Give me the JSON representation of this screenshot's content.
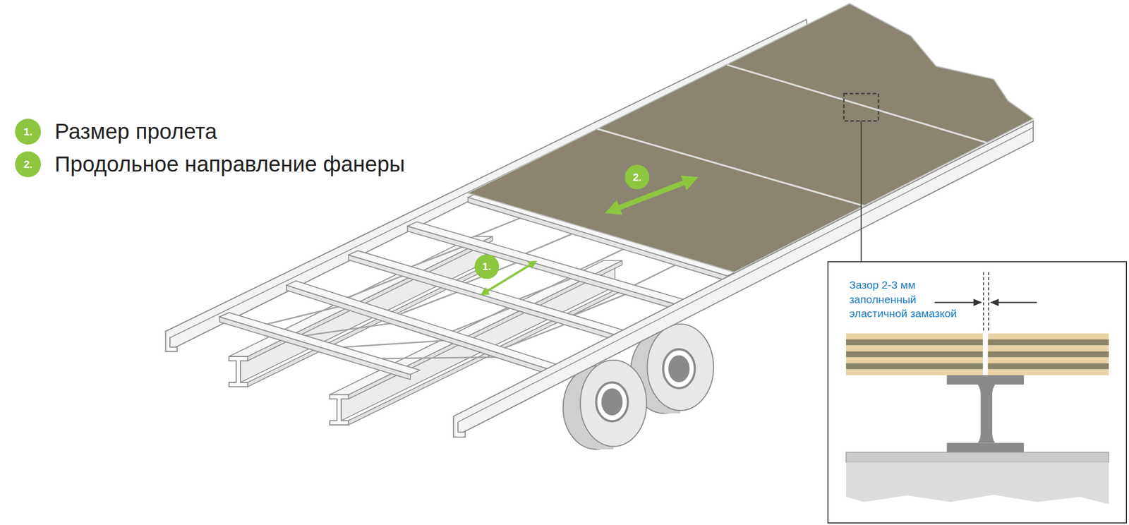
{
  "diagram": {
    "nodes": [
      {
        "text": [
          "1."
        ]
      },
      {
        "text": [
          "2."
        ]
      },
      {
        "text": [
          "2."
        ]
      },
      {
        "text": [
          "1."
        ]
      },
      {
        "text": [
          "Зазор 2-3 мм заполненный эластичной замазкой"
        ]
      }
    ],
    "labels": [
      "Размер пролета",
      "Продольное направление фанеры"
    ]
  }
}
